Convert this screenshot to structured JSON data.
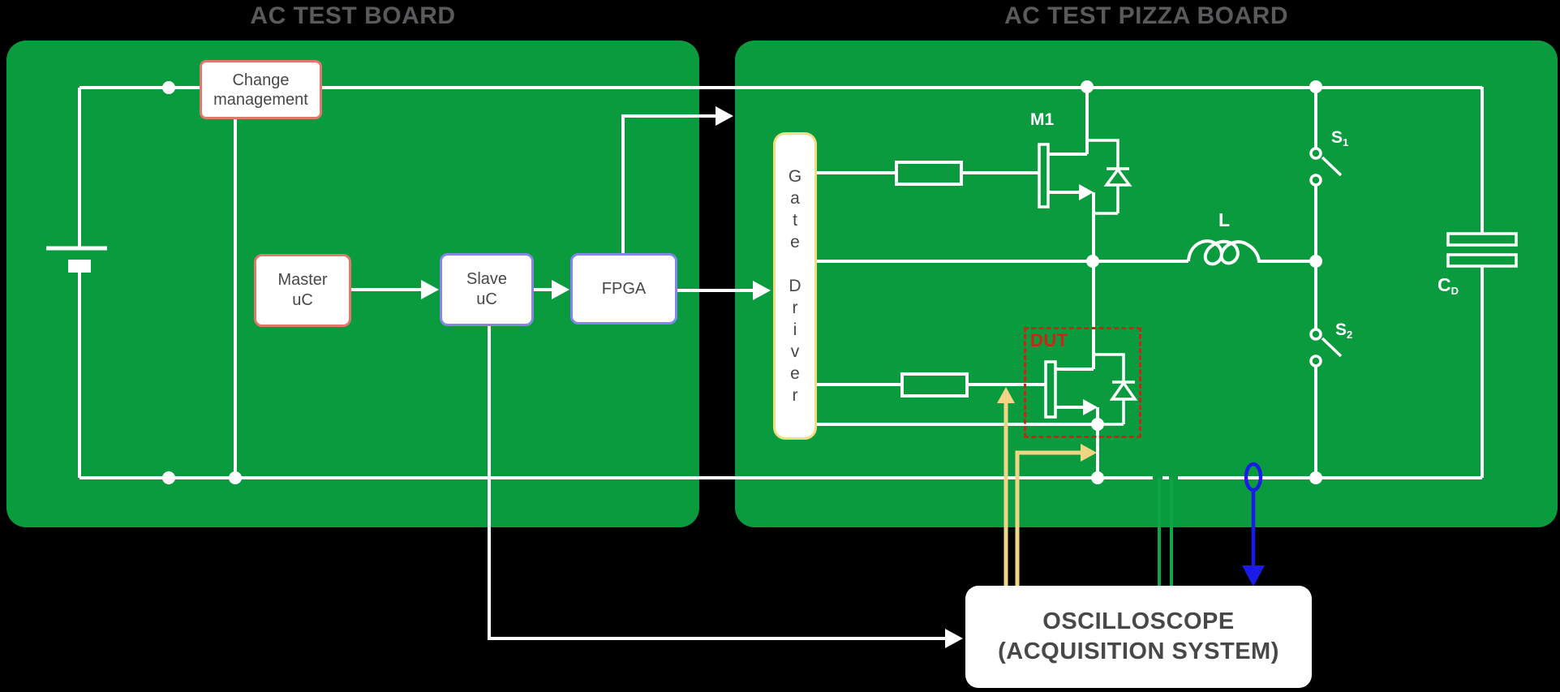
{
  "titles": {
    "left": "AC TEST BOARD",
    "right": "AC TEST PIZZA BOARD"
  },
  "left_board": {
    "change_management": "Change\nmanagement",
    "master_uc": "Master\nuC",
    "slave_uc": "Slave\nuC",
    "fpga": "FPGA"
  },
  "right_board": {
    "gate_driver": "G\na\nt\ne\n \nD\nr\ni\nv\ne\nr",
    "m1_label": "M1",
    "dut_label": "DUT",
    "inductor_label": "L",
    "s1": {
      "main": "S",
      "sub": "1"
    },
    "s2": {
      "main": "S",
      "sub": "2"
    },
    "cap": {
      "main": "C",
      "sub": "D"
    }
  },
  "oscilloscope": {
    "label": "OSCILLOSCOPE\n(ACQUISITION SYSTEM)"
  },
  "colors": {
    "board": "#0A9B3F",
    "wire": "#FFFFFF",
    "yellow-border": "#F2DC82",
    "yellow-probe": "#F2D584",
    "salmon": "#E0796B",
    "purple": "#8486EC",
    "red": "#D02318",
    "blue": "#1B1BE8",
    "green-probe": "#0FA546",
    "title-gray": "#595A5C",
    "text-gray": "#47484A"
  }
}
